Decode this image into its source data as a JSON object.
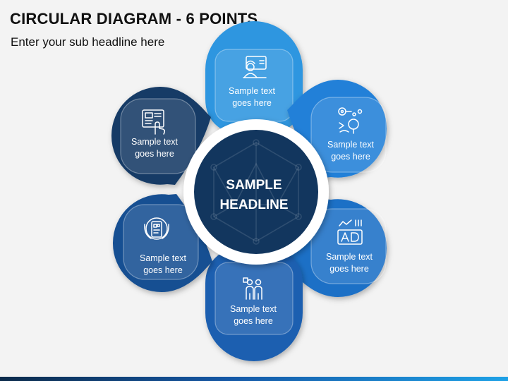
{
  "header": {
    "title": "CIRCULAR DIAGRAM - 6 POINTS",
    "subtitle": "Enter your sub headline here"
  },
  "center": {
    "line1": "SAMPLE",
    "line2": "HEADLINE",
    "color": "#12365e",
    "icon": "network-polyhedron-icon"
  },
  "petals": [
    {
      "id": "top",
      "line1": "Sample text",
      "line2": "goes here",
      "color": "#2e96e0",
      "icon": "online-support-icon"
    },
    {
      "id": "top-right",
      "line1": "Sample text",
      "line2": "goes here",
      "color": "#2480d8",
      "icon": "workflow-icon"
    },
    {
      "id": "bottom-right",
      "line1": "Sample text",
      "line2": "goes here",
      "color": "#1c6fc6",
      "icon": "advertising-icon"
    },
    {
      "id": "bottom",
      "line1": "Sample text",
      "line2": "goes here",
      "color": "#1a5fb0",
      "icon": "team-meeting-icon"
    },
    {
      "id": "bottom-left",
      "line1": "Sample text",
      "line2": "goes here",
      "color": "#174f92",
      "icon": "mobile-app-hands-icon"
    },
    {
      "id": "top-left",
      "line1": "Sample text",
      "line2": "goes here",
      "color": "#143b66",
      "icon": "news-touch-icon"
    }
  ]
}
